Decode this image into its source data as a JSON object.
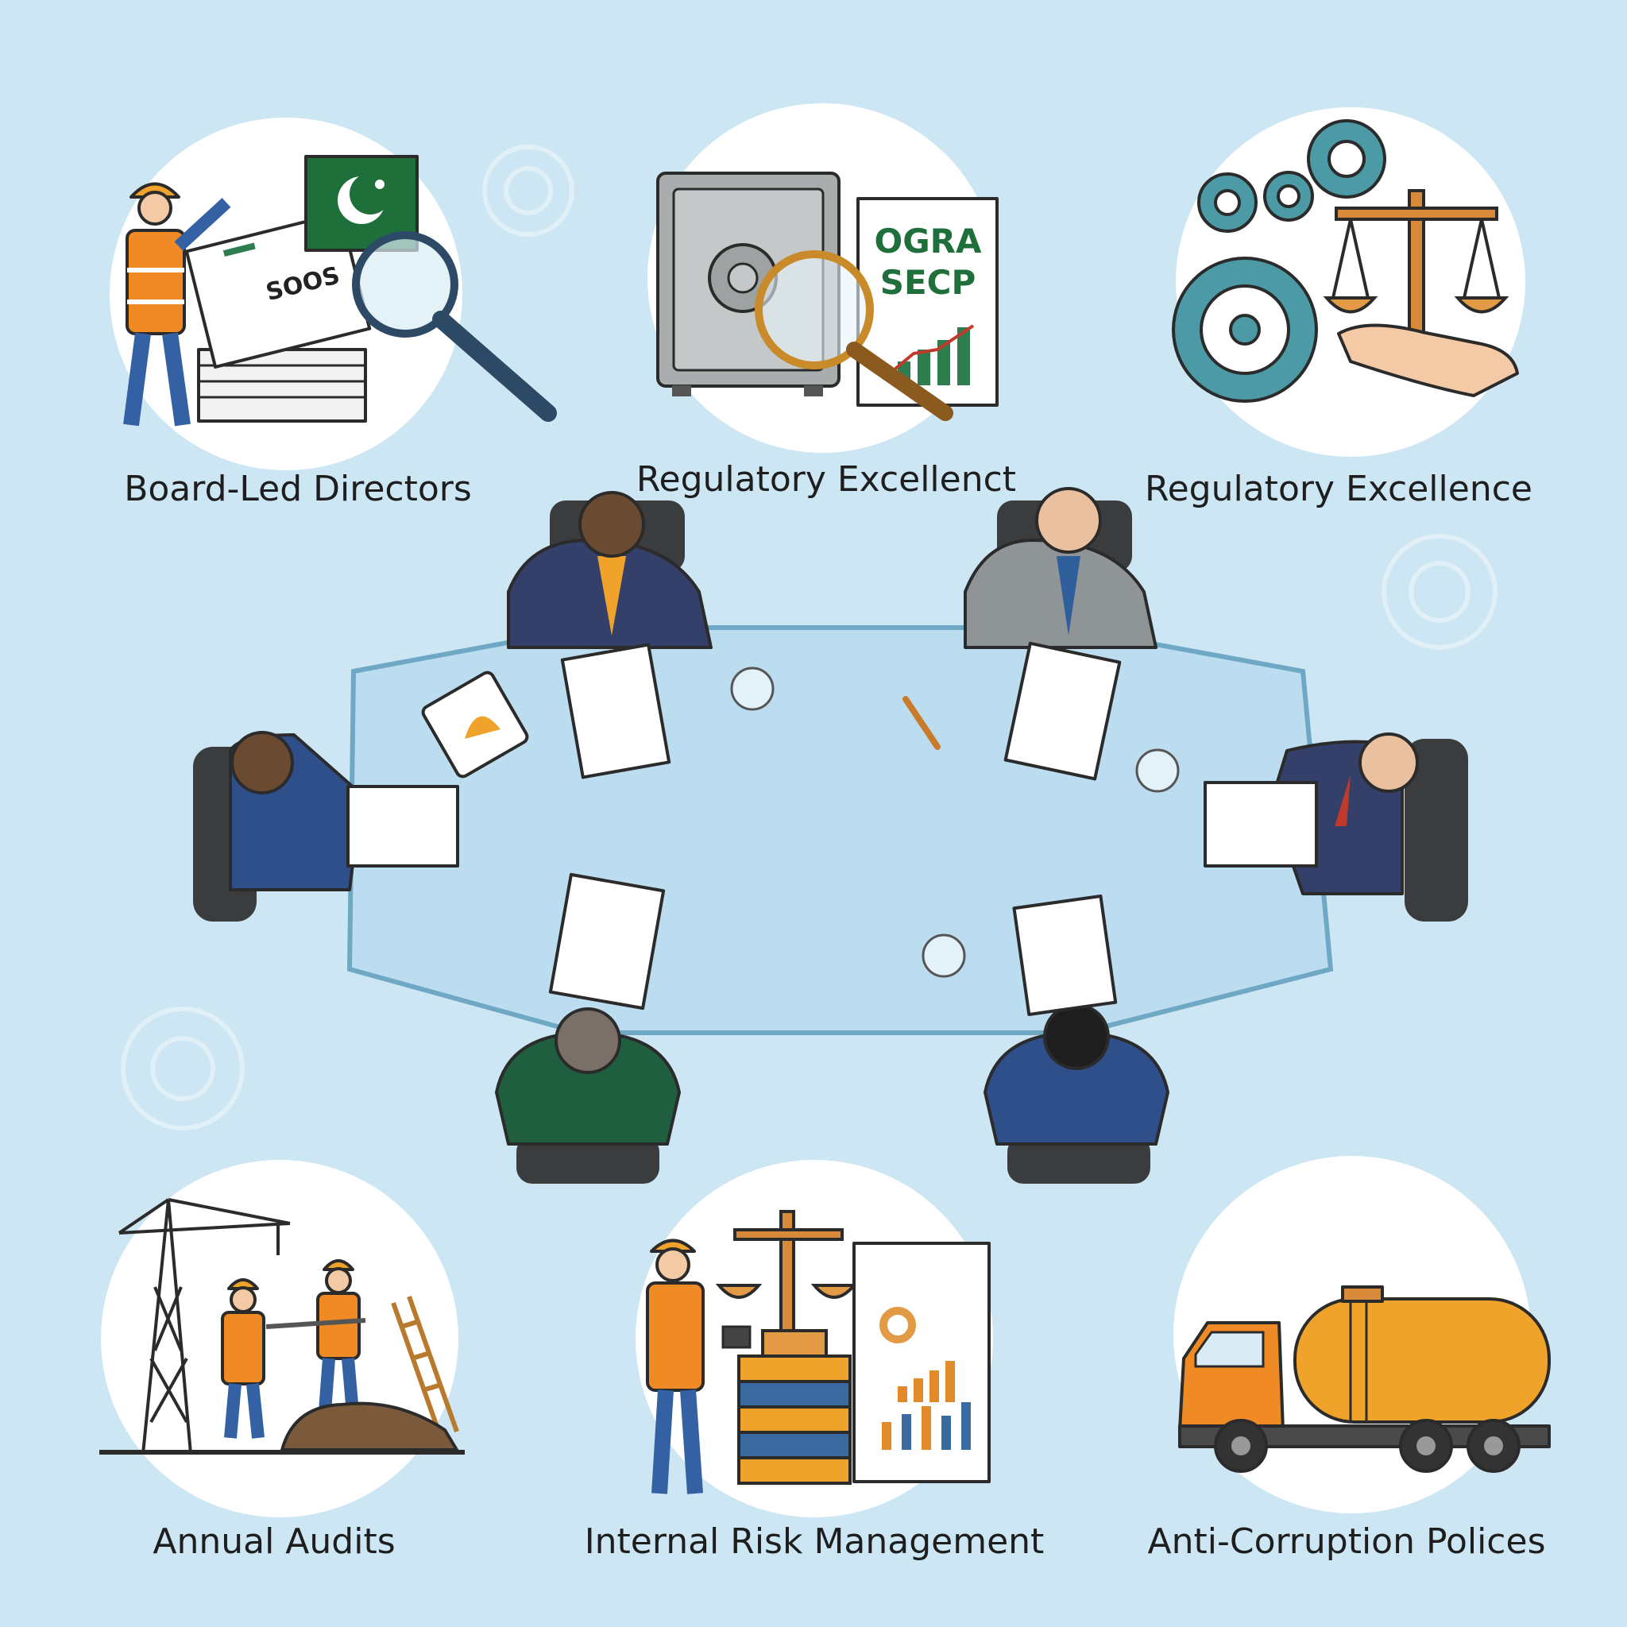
{
  "colors": {
    "background": "#cde6f4",
    "circle": "#ffffff",
    "accent_orange": "#f0a32a",
    "accent_teal": "#4b9aa6",
    "accent_green": "#2e7d4f",
    "suit_navy": "#34406a",
    "suit_gray": "#8f9497",
    "suit_blue": "#2f4f8a",
    "suit_green": "#1f5f3f",
    "table_glass": "#b8dbee"
  },
  "panels": {
    "top_left": {
      "label": "Board-Led Directors",
      "document_text": "SOOS",
      "icons": [
        "hard-hat-worker",
        "paper-stack",
        "pakistan-flag",
        "magnifying-glass"
      ]
    },
    "top_center": {
      "label": "Regulatory Excellenct",
      "report_lines": [
        "OGRA",
        "SECP"
      ],
      "icons": [
        "safe-vault",
        "magnifying-glass",
        "bar-chart"
      ]
    },
    "top_right": {
      "label": "Regulatory Excellence",
      "icons": [
        "gear",
        "balance-scale",
        "open-hand"
      ]
    },
    "bottom_left": {
      "label": "Annual Audits",
      "icons": [
        "crane-tower",
        "workers",
        "ladder"
      ]
    },
    "bottom_center": {
      "label": "Internal Risk Management",
      "icons": [
        "worker-tablet",
        "balance-scale",
        "book-stack",
        "report-chart"
      ]
    },
    "bottom_right": {
      "label": "Anti-Corruption Polices",
      "icons": [
        "tanker-truck"
      ]
    }
  }
}
